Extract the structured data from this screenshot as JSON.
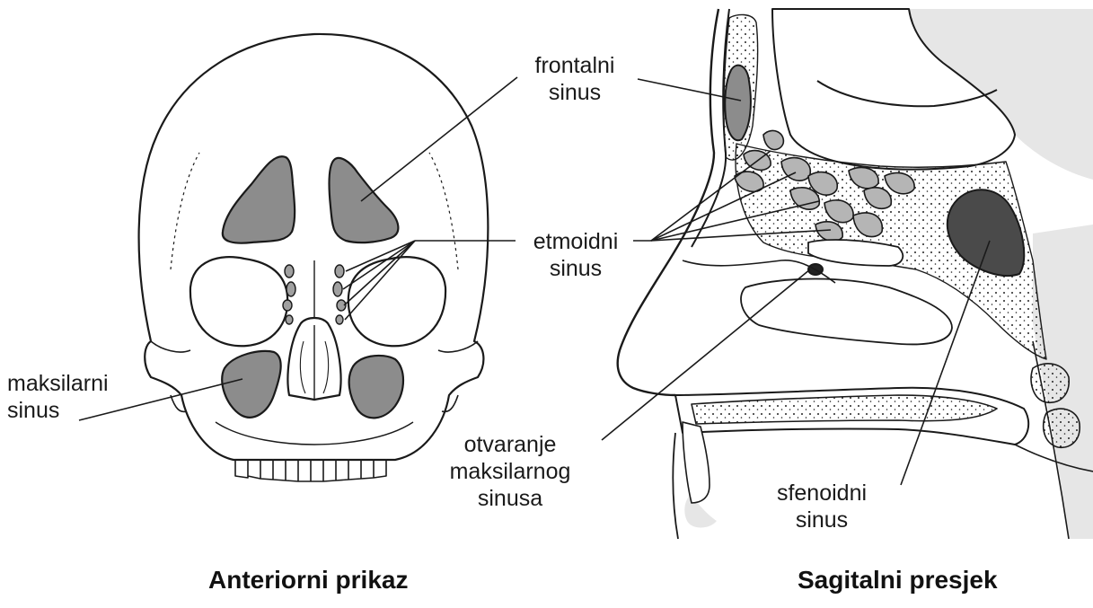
{
  "labels": {
    "frontalni": [
      "frontalni",
      "sinus"
    ],
    "etmoidni": [
      "etmoidni",
      "sinus"
    ],
    "maksilarni": [
      "maksilarni",
      "sinus"
    ],
    "otvaranje": [
      "otvaranje",
      "maksilarnog",
      "sinusa"
    ],
    "sfenoidni": [
      "sfenoidni",
      "sinus"
    ]
  },
  "captions": {
    "anterior": "Anteriorni prikaz",
    "sagittal": "Sagitalni presjek"
  },
  "colors": {
    "sinus_fill": "#8c8c8c",
    "sphenoid_fill": "#4a4a4a",
    "bone_line": "#1a1a1a",
    "light_fill": "#e6e6e6"
  }
}
